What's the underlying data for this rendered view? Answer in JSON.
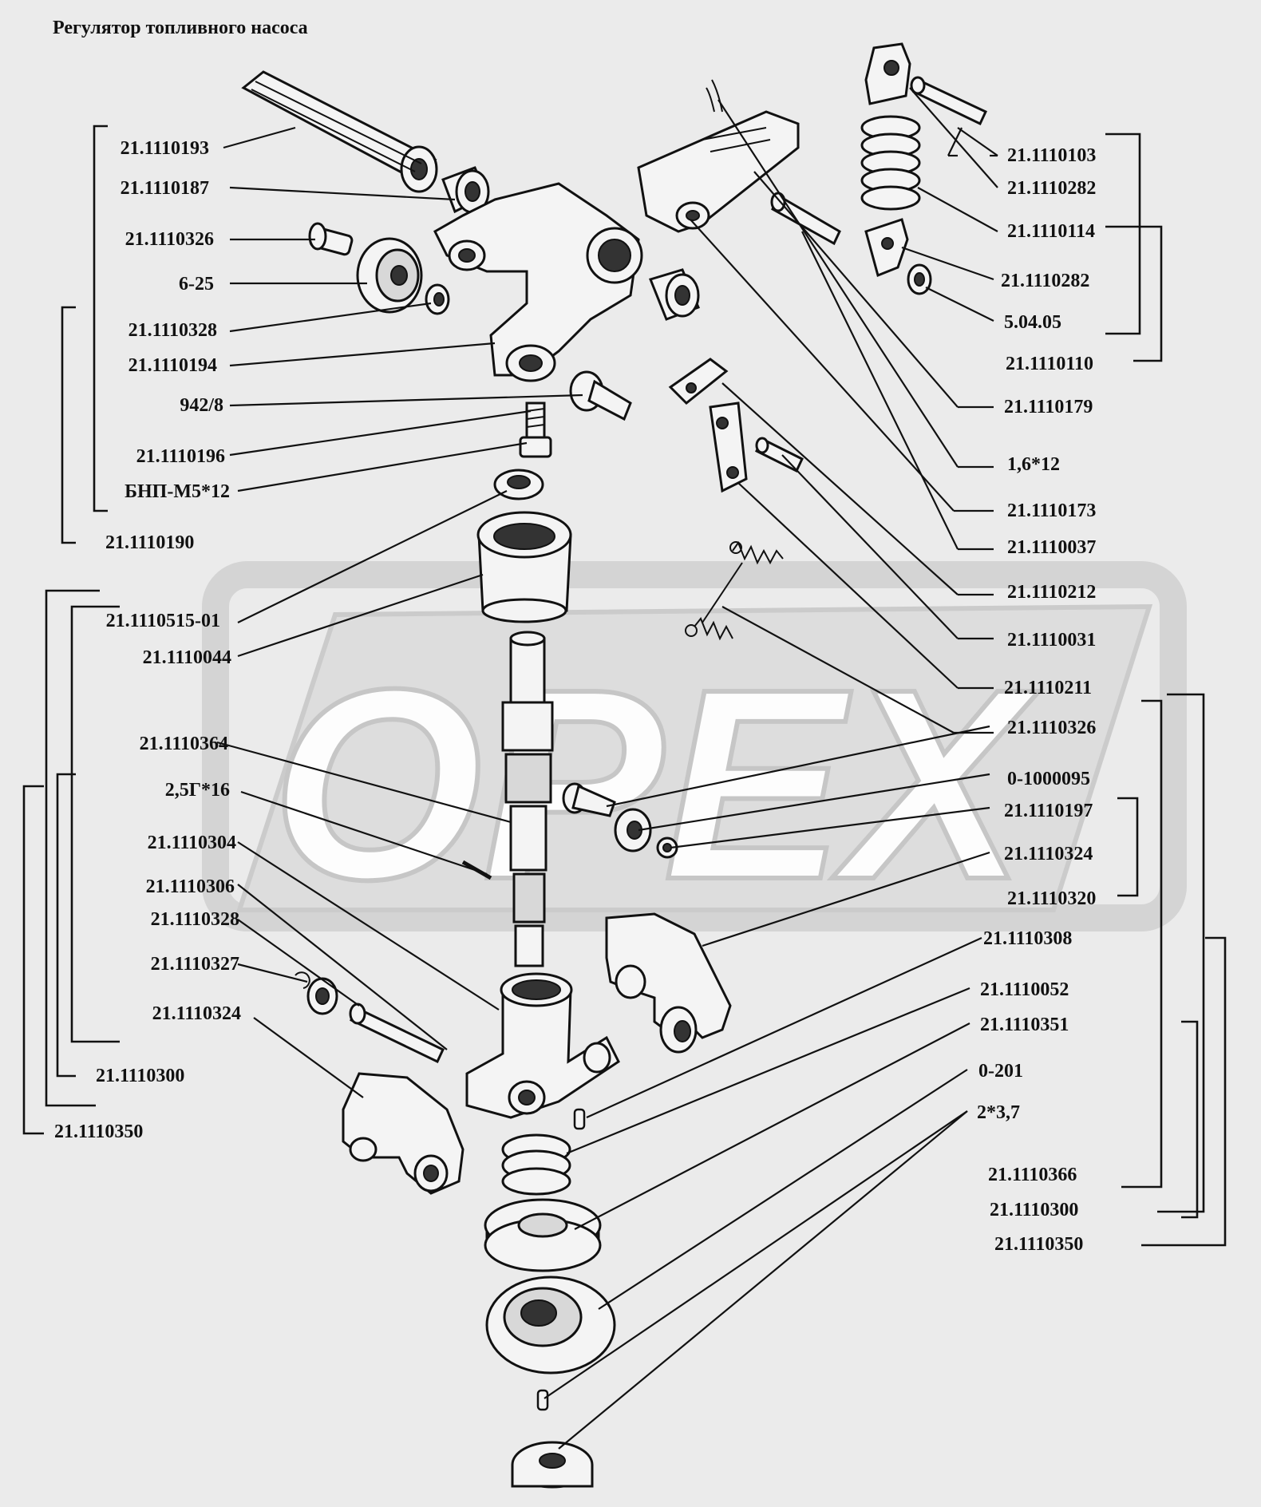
{
  "title": "Регулятор топливного насоса",
  "watermark": {
    "text": "OPEX",
    "color": "#dcdcdc"
  },
  "colors": {
    "background": "#ebebeb",
    "ink": "#111111"
  },
  "labels": {
    "l01": "21.1110193",
    "l02": "21.1110187",
    "l03": "21.1110326",
    "l04": "6-25",
    "l05": "21.1110328",
    "l06": "21.1110194",
    "l07": "942/8",
    "l08": "21.1110196",
    "l09": "БНП-М5*12",
    "l10": "21.1110190",
    "l11": "21.1110515-01",
    "l12": "21.1110044",
    "l13": "21.1110364",
    "l14": "2,5Г*16",
    "l15": "21.1110304",
    "l16": "21.1110306",
    "l17": "21.1110328",
    "l18": "21.1110327",
    "l19": "21.1110324",
    "l20": "21.1110300",
    "l21": "21.1110350",
    "r01": "21.1110103",
    "r02": "21.1110282",
    "r03": "21.1110114",
    "r04": "21.1110282",
    "r05": "5.04.05",
    "r06": "21.1110110",
    "r07": "21.1110179",
    "r08": "1,6*12",
    "r09": "21.1110173",
    "r10": "21.1110037",
    "r11": "21.1110212",
    "r12": "21.1110031",
    "r13": "21.1110211",
    "r14": "21.1110326",
    "r15": "0-1000095",
    "r16": "21.1110197",
    "r17": "21.1110324",
    "r18": "21.1110320",
    "r19": "21.1110308",
    "r20": "21.1110052",
    "r21": "21.1110351",
    "r22": "0-201",
    "r23": "2*3,7",
    "r24": "21.1110366",
    "r25": "21.1110300",
    "r26": "21.1110350"
  }
}
